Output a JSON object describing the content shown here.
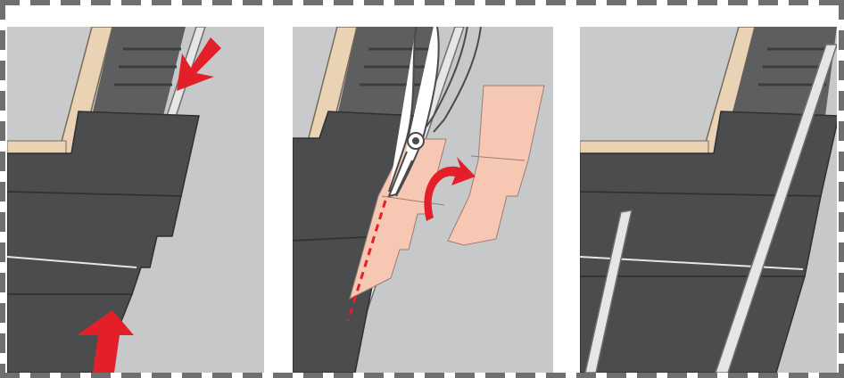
{
  "figure": {
    "panel_count": 3,
    "colors": {
      "roof": "#c7c8ca",
      "flashing_dark": "#4b4c4e",
      "flashing_edge": "#2e2f31",
      "cut_piece": "#f6c8b3",
      "arrow": "#e3202a",
      "cut_line": "#e3202a",
      "window_frame": "#ead3b4",
      "glass": "#c9cacc",
      "border_dash": "#6f6f6f"
    },
    "panels": [
      {
        "step": 1,
        "arrows": "two-red-arrows-pointing-to-strip"
      },
      {
        "step": 2,
        "tool": "tin-snips",
        "cut_marker": "red-dashed-line",
        "arrow": "curved-red-arrow"
      },
      {
        "step": 3,
        "state": "strip-installed"
      }
    ]
  }
}
